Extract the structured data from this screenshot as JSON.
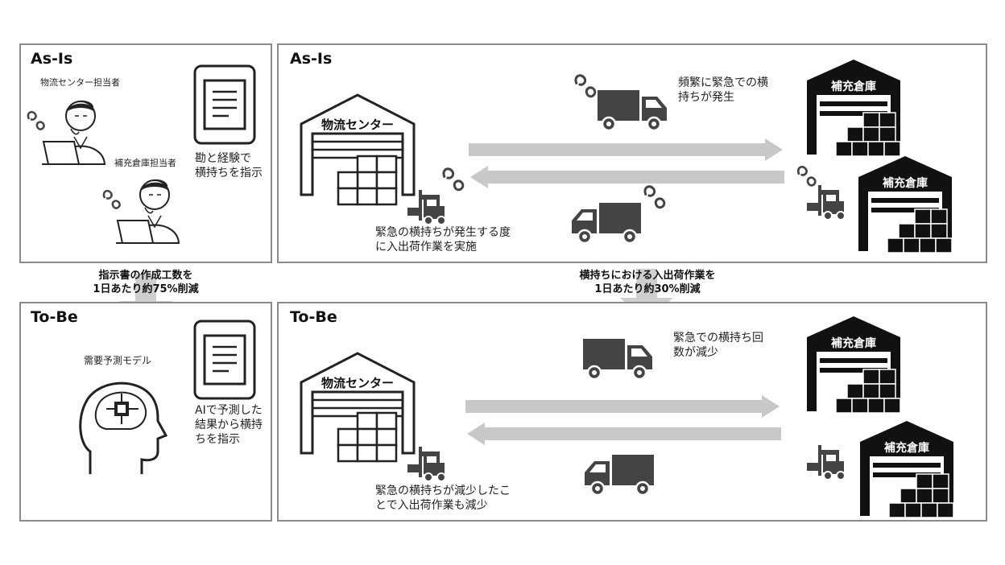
{
  "asis_left": {
    "title": "As-Is",
    "staff1": "物流センター担当者",
    "staff2": "補充倉庫担当者",
    "note": "勘と経験で\n横持ちを指示"
  },
  "asis_right": {
    "title": "As-Is",
    "center_label": "物流センター",
    "warehouse_label": "補充倉庫",
    "note_top": "頻繁に緊急での横\n持ちが発生",
    "note_bottom": "緊急の横持ちが発生する度\nに入出荷作業を実施"
  },
  "reduction_left": "指示書の作成工数を\n1日あたり約75%削減",
  "reduction_right": "横持ちにおける入出荷作業を\n1日あたり約30%削減",
  "tobe_left": {
    "title": "To-Be",
    "model_label": "需要予測モデル",
    "note": "AIで予測した\n結果から横持\nちを指示"
  },
  "tobe_right": {
    "title": "To-Be",
    "center_label": "物流センター",
    "warehouse_label": "補充倉庫",
    "note_top": "緊急での横持ち回\n数が減少",
    "note_bottom": "緊急の横持ちが減少したこ\nとで入出荷作業も減少"
  }
}
